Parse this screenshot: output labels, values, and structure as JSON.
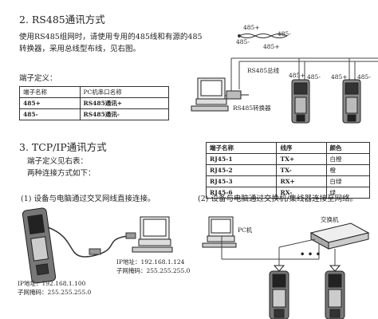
{
  "section1": {
    "title": "2. RS485通讯方式",
    "desc_line1": "使用RS485组网时，请使用专用的485线和有源的485",
    "desc_line2": "转换器，采用总线型布线，见右图。",
    "terminal_def_label": "端子定义：",
    "table": {
      "headers": [
        "端子名称",
        "PC机串口名称"
      ],
      "rows": [
        [
          "485+",
          "RS485通讯+"
        ],
        [
          "485-",
          "RS485通讯-"
        ]
      ]
    },
    "diagram": {
      "twist_top": "485+",
      "twist_left": "485-",
      "twist_right_top": "485-",
      "twist_right_bottom": "485+",
      "bus_label": "RS485总线",
      "converter_label": "RS485转换器",
      "term_labels": [
        "485+",
        "485-",
        "485+",
        "485-"
      ]
    }
  },
  "section2": {
    "title": "3. TCP/IP通讯方式",
    "terminal_def": "端子定义见右表：",
    "two_ways": "两种连接方式如下：",
    "table": {
      "headers": [
        "端子名称",
        "线序",
        "颜色"
      ],
      "rows": [
        [
          "RJ45-1",
          "TX+",
          "白橙"
        ],
        [
          "RJ45-2",
          "TX-",
          "橙"
        ],
        [
          "RJ45-3",
          "RX+",
          "白绿"
        ],
        [
          "RJ45-6",
          "RX-",
          "绿"
        ]
      ]
    },
    "method1": "(1) 设备与电脑通过交叉网线直接连接。",
    "method2": "(2) 设备与电脑通过交换机/集线器连接至网络。",
    "pc_ip_label": "IP地址：192.168.1.124",
    "pc_mask_label": "子网掩码：255.255.255.0",
    "dev_ip_label": "IP地址：192.168.1.100",
    "dev_mask_label": "子网掩码：255.255.255.0",
    "pc_label": "PC机",
    "switch_label": "交换机",
    "dots": "• • •"
  }
}
